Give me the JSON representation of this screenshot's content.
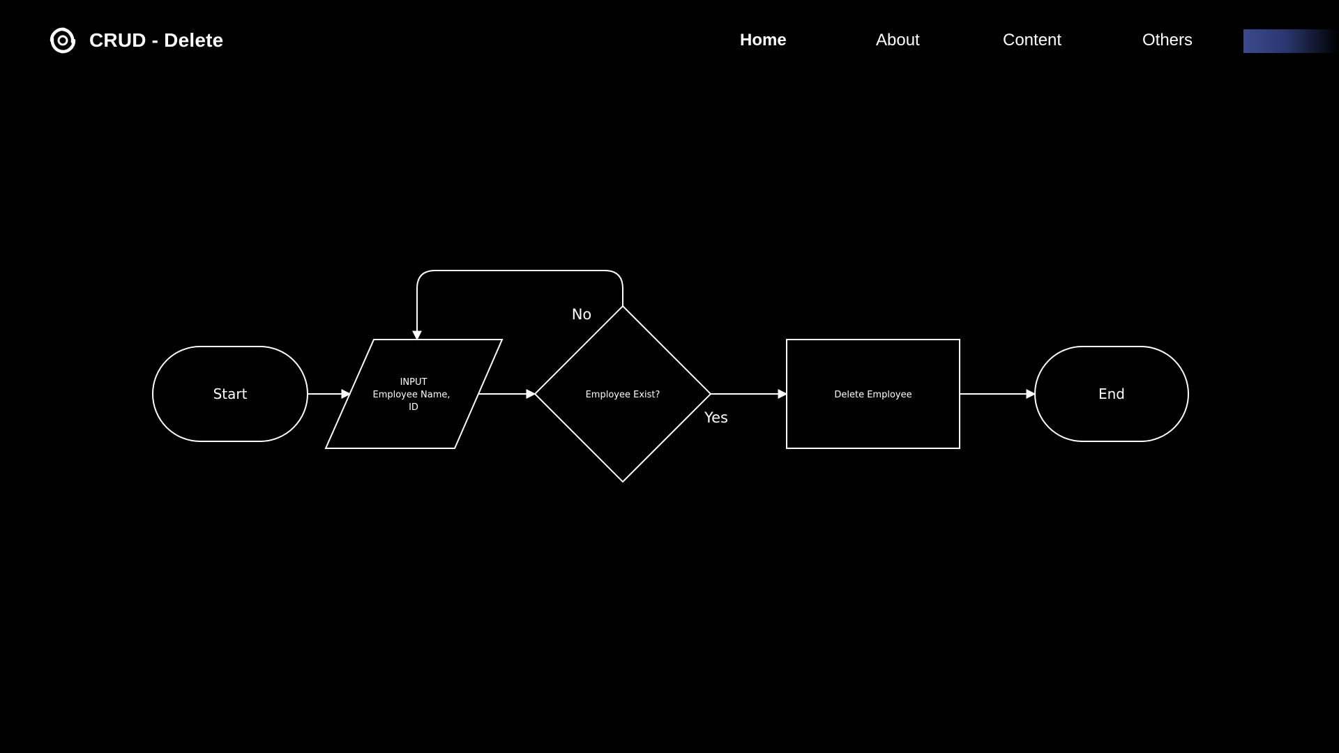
{
  "header": {
    "title": "CRUD - Delete",
    "logo_icon": "swirl-logo-icon",
    "nav": [
      {
        "label": "Home",
        "active": true
      },
      {
        "label": "About",
        "active": false
      },
      {
        "label": "Content",
        "active": false
      },
      {
        "label": "Others",
        "active": false
      }
    ],
    "cta_colors": [
      "#3b4a8c",
      "#000000"
    ]
  },
  "flowchart": {
    "nodes": {
      "start": "Start",
      "input_line1": "INPUT",
      "input_line2": "Employee Name,",
      "input_line3": "ID",
      "decision": "Employee Exist?",
      "process": "Delete Employee",
      "end": "End"
    },
    "edges": {
      "no_label": "No",
      "yes_label": "Yes"
    },
    "stroke_color": "#ffffff",
    "background": "#000000"
  }
}
